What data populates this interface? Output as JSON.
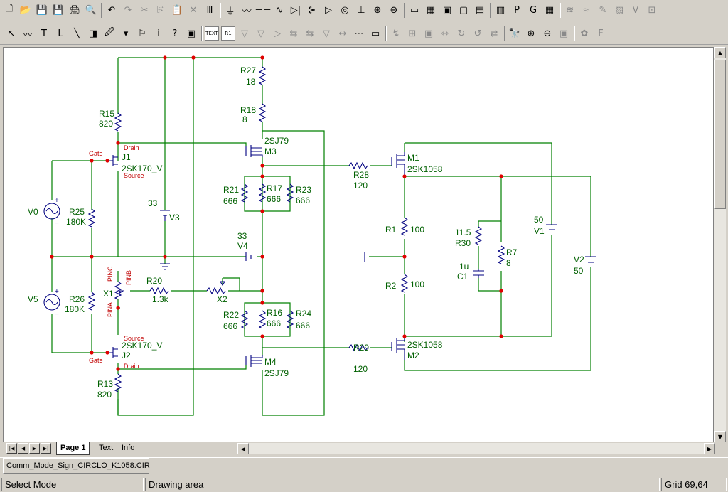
{
  "app": {
    "title": "Comm_Mode_Sign_CIRCLO_K1058.CIR"
  },
  "toolbar1": {
    "buttons": [
      "new-icon",
      "open-icon",
      "save-icon",
      "save-all-icon",
      "print-icon",
      "print-preview-icon",
      "undo-icon",
      "redo-icon",
      "cut-icon",
      "copy-icon",
      "paste-icon",
      "delete-icon",
      "select-all-icon",
      "ground-icon",
      "resistor-icon",
      "capacitor-icon",
      "inductor-icon",
      "diode-icon",
      "transistor-icon",
      "opamp-icon",
      "source-icon",
      "battery-icon",
      "vsource-icon",
      "wire-icon",
      "view-icon",
      "grid-icon",
      "window-icon",
      "pane-icon",
      "calculator-icon",
      "probe-icon",
      "global-icon",
      "menu-icon",
      "analysis-icon",
      "wave-icon",
      "pen-icon",
      "plot-icon",
      "value-icon",
      "zoom-icon"
    ],
    "glyphs": [
      "🗋",
      "📂",
      "💾",
      "💾",
      "🖨",
      "🔍",
      "↶",
      "↷",
      "✂",
      "⎘",
      "📋",
      "✕",
      "Ⅲ",
      "⏚",
      "〰",
      "⊣⊢",
      "∿",
      "▷|",
      "⊱",
      "▷",
      "◎",
      "⊥",
      "⊕",
      "⊖",
      "▭",
      "▦",
      "▣",
      "▢",
      "▤",
      "▥",
      "P",
      "G",
      "▦",
      "≋",
      "≈",
      "✎",
      "▨",
      "V",
      "⊡"
    ]
  },
  "toolbar2": {
    "glyphs": [
      "↖",
      "〰",
      "T",
      "Ⅼ",
      "╲",
      "◨",
      "🖉",
      "▾",
      "⚐",
      "i",
      "?",
      "▣",
      "TEXT",
      "R1",
      "▽",
      "▽",
      "▷",
      "⇆",
      "⇆",
      "▽",
      "↔",
      "⋯",
      "▭",
      "↯",
      "⊞",
      "▣",
      "⇿",
      "↻",
      "↺",
      "⇄",
      "🔭",
      "⊕",
      "⊖",
      "▣",
      "✿",
      "F"
    ]
  },
  "sheet_tabs": {
    "page": "Page 1",
    "text": "Text",
    "info": "Info"
  },
  "status": {
    "mode": "Select Mode",
    "area": "Drawing area",
    "grid": "Grid 69,64"
  },
  "schematic": {
    "labels": {
      "R27": "R27",
      "R27v": "18",
      "R18": "R18",
      "R18v": "8",
      "R15": "R15",
      "R15v": "820",
      "J1": "J1",
      "J1m": "2SK170_V",
      "drain1": "Drain",
      "source1": "Source",
      "gate1": "Gate",
      "gate2": "Gate",
      "V0": "V0",
      "R25": "R25",
      "R25v": "180K",
      "V3v": "33",
      "V3": "V3",
      "V4v": "33",
      "V4": "V4",
      "M3m": "2SJ79",
      "M3": "M3",
      "R21": "R21",
      "R21v": "666",
      "R17": "R17",
      "R17v": "666",
      "R23": "R23",
      "R23v": "666",
      "R28": "R28",
      "R28v": "120",
      "M1": "M1",
      "M1m": "2SK1058",
      "R1": "R1",
      "R1v": "100",
      "R2": "R2",
      "R2v": "100",
      "R30v": "11.5",
      "R30": "R30",
      "C1v": "1u",
      "C1": "C1",
      "R7": "R7",
      "R7v": "8",
      "V1v": "50",
      "V1": "V1",
      "V2": "V2",
      "V2v": "50",
      "V5": "V5",
      "R26": "R26",
      "R26v": "180K",
      "X1": "X1",
      "PINC": "PINC",
      "PINB": "PINB",
      "PINA": "PINA",
      "R20": "R20",
      "R20v": "1.3k",
      "X2": "X2",
      "R22": "R22",
      "R22v": "666",
      "R16": "R16",
      "R16v": "666",
      "R24": "R24",
      "R24v": "666",
      "source2": "Source",
      "J2m": "2SK170_V",
      "J2": "J2",
      "drain2": "Drain",
      "M4": "M4",
      "M4m": "2SJ79",
      "R29": "R29",
      "R29v": "120",
      "M2m": "2SK1058",
      "M2": "M2",
      "R13": "R13",
      "R13v": "820"
    }
  },
  "colors": {
    "wire": "#008000",
    "node": "#e00000",
    "component": "#000080",
    "label": "#006000",
    "pin": "#c00000"
  }
}
